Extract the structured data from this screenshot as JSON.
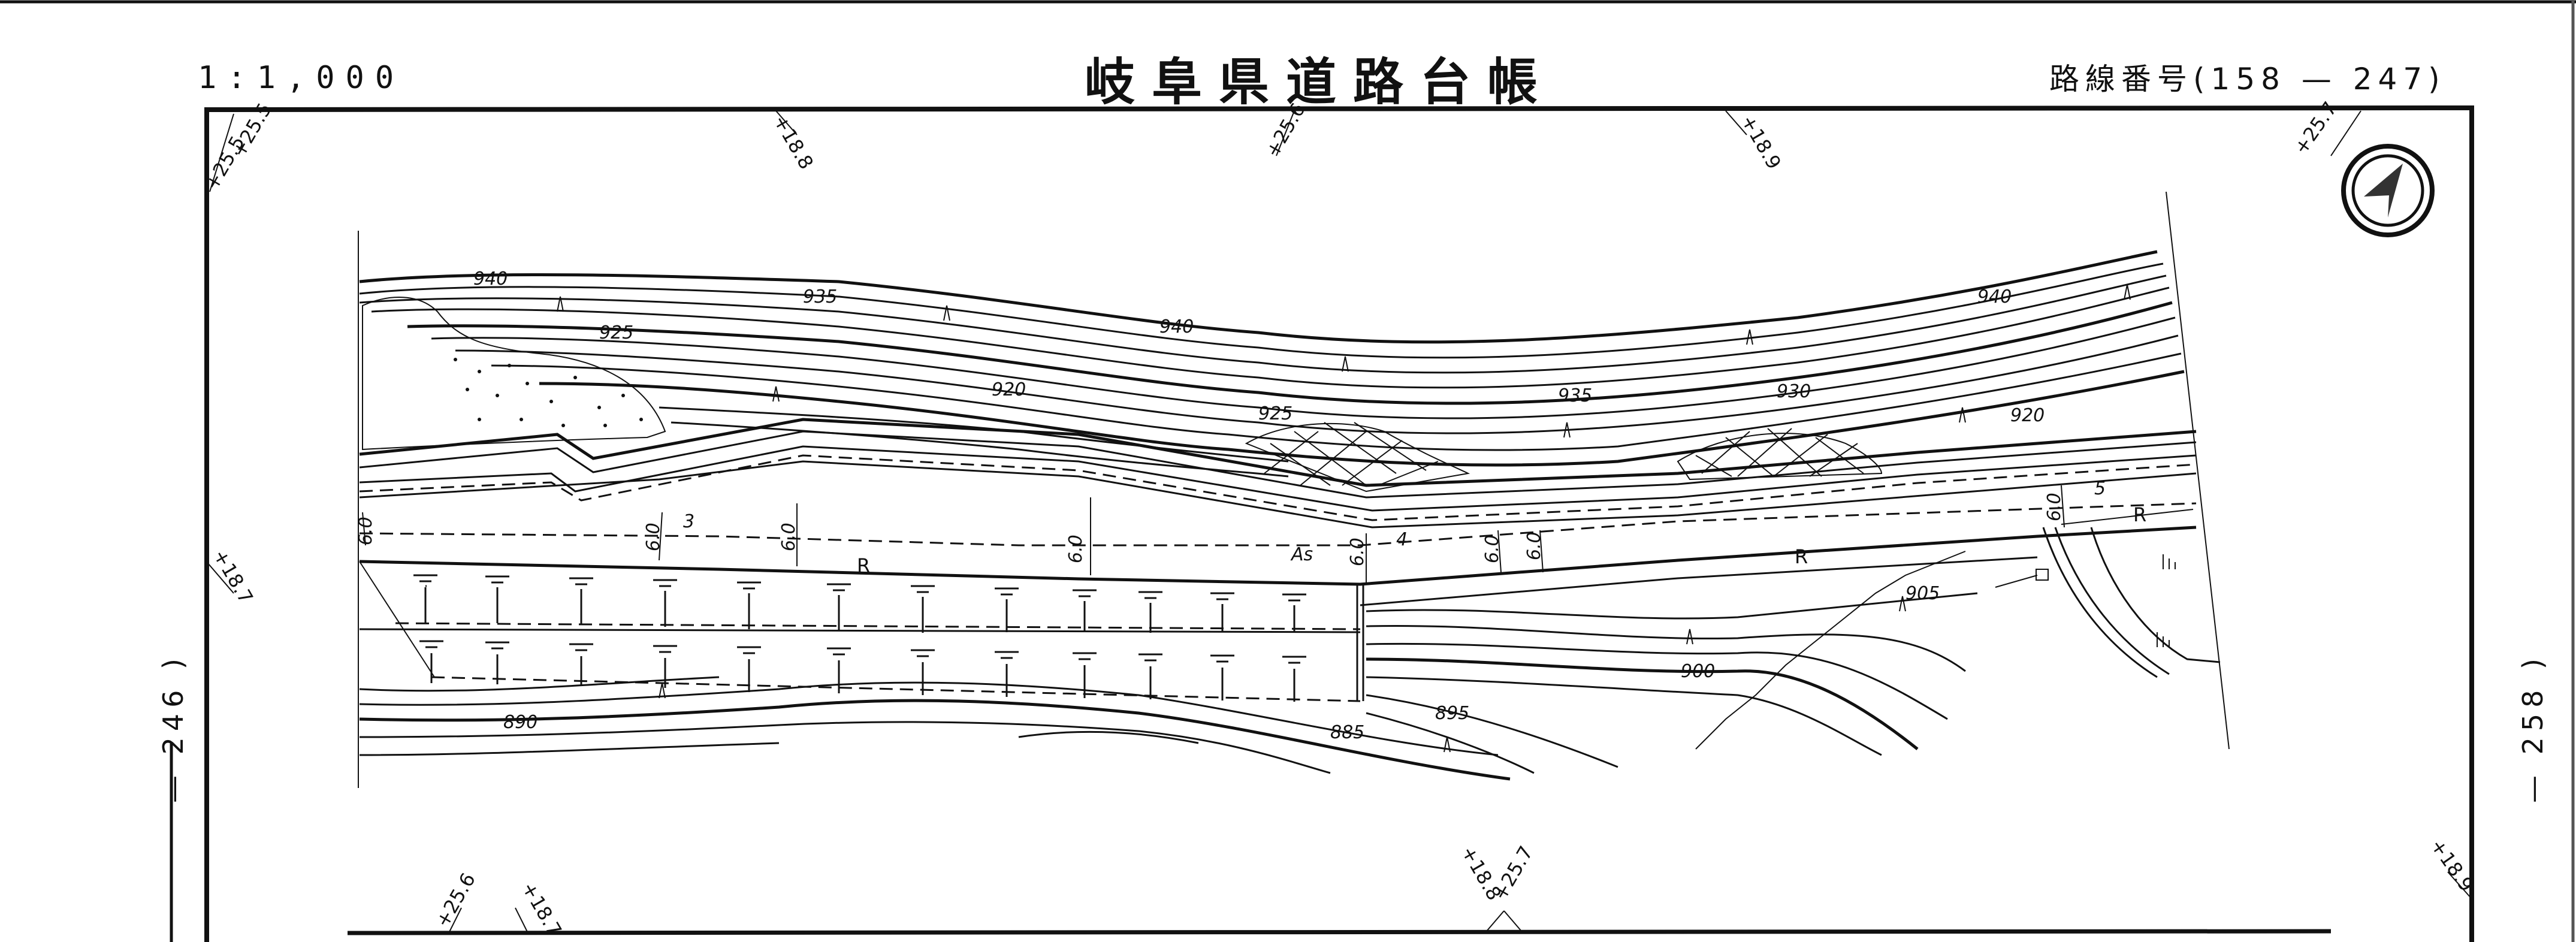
{
  "header": {
    "scale": "1:1,000",
    "title": "岐阜県道路台帳",
    "route_number": "路線番号(158 — 247)"
  },
  "adjacent_sheets": {
    "left": "— 246 )",
    "right": "— 258 )"
  },
  "north_arrow": {
    "icon": "north-arrow-icon"
  },
  "spot_heights": {
    "top": [
      "+25.5",
      "+25.5",
      "+18.8",
      "+25.6",
      "+18.9",
      "+25.7"
    ],
    "left_edge": "+18.7",
    "bottom": [
      "+25.6",
      "+18.7",
      "+18.8",
      "+25.7",
      "+18.9"
    ]
  },
  "contour_labels": {
    "upper": [
      "940",
      "935",
      "925",
      "920",
      "940",
      "925",
      "935",
      "930",
      "940",
      "920"
    ],
    "lower": [
      "890",
      "885",
      "895",
      "900",
      "905"
    ]
  },
  "road_annotations": {
    "widths": [
      "6.0",
      "6.0",
      "6.0",
      "6.0",
      "6.0",
      "6.0",
      "6.0",
      "6.0"
    ],
    "surface": "As",
    "guardrail_marks": [
      "R",
      "R",
      "R"
    ],
    "segment_numbers": [
      "3",
      "4",
      "5"
    ]
  }
}
